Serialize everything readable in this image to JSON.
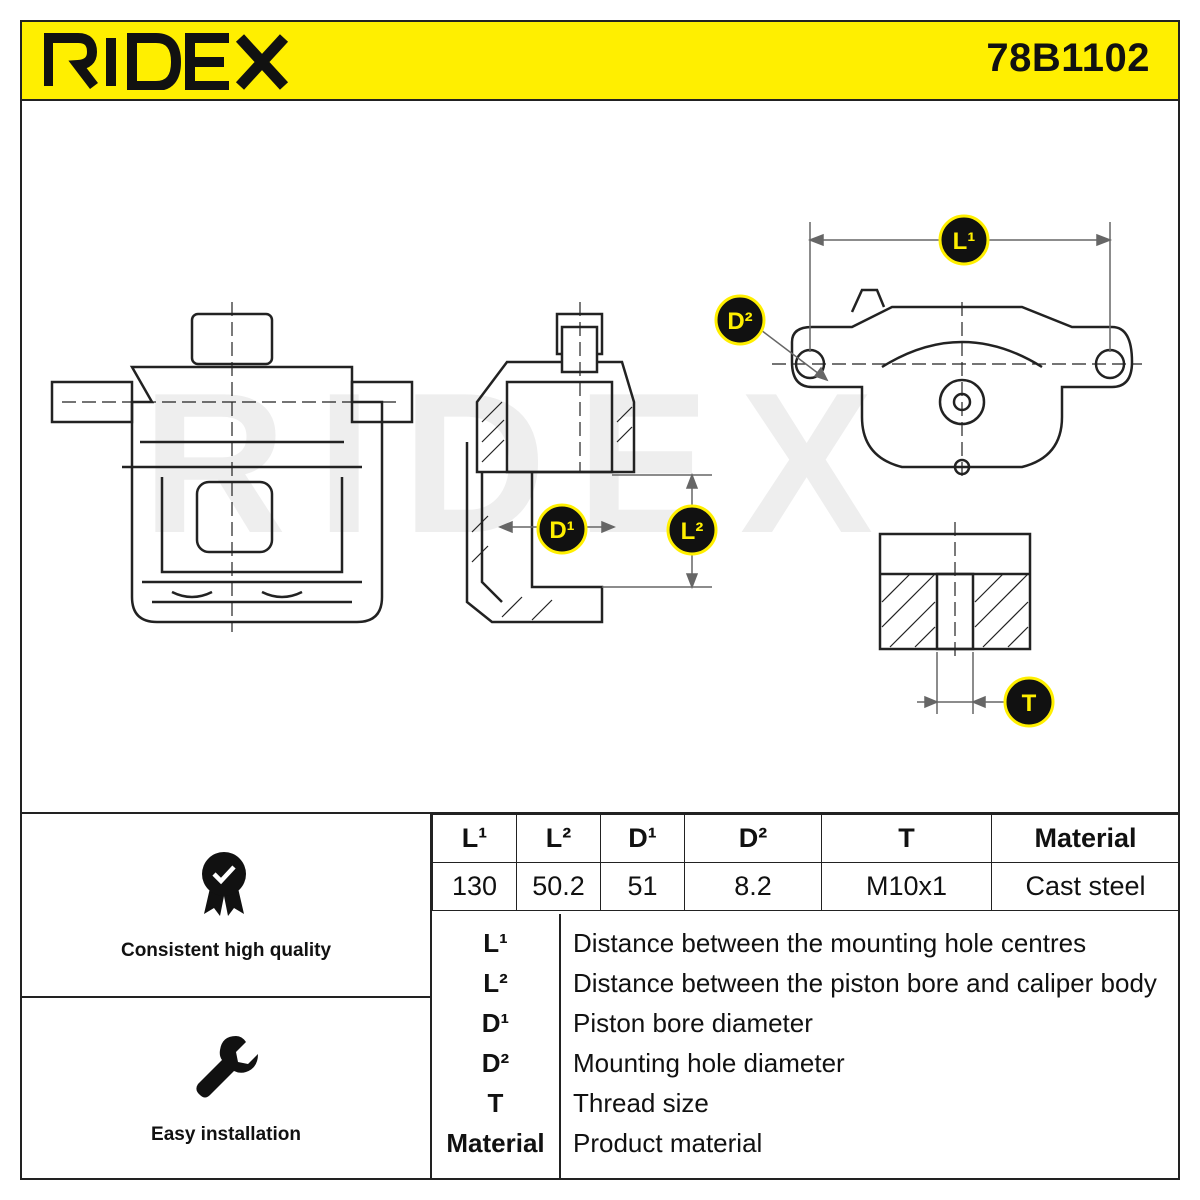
{
  "header": {
    "brand": "RIDEX",
    "part_number": "78B1102"
  },
  "watermark": "RIDEX",
  "diagram": {
    "callouts": {
      "L1": "L¹",
      "L2": "L²",
      "D1": "D¹",
      "D2": "D²",
      "T": "T"
    }
  },
  "features": [
    {
      "icon": "quality-badge-icon",
      "label": "Consistent high quality"
    },
    {
      "icon": "wrench-icon",
      "label": "Easy installation"
    }
  ],
  "spec_table": {
    "headers": [
      "L¹",
      "L²",
      "D¹",
      "D²",
      "T",
      "Material"
    ],
    "values": [
      "130",
      "50.2",
      "51",
      "8.2",
      "M10x1",
      "Cast steel"
    ]
  },
  "legend": [
    {
      "key": "L¹",
      "desc": "Distance between the mounting hole centres"
    },
    {
      "key": "L²",
      "desc": "Distance between the piston bore and caliper body"
    },
    {
      "key": "D¹",
      "desc": "Piston bore diameter"
    },
    {
      "key": "D²",
      "desc": "Mounting hole diameter"
    },
    {
      "key": "T",
      "desc": "Thread size"
    },
    {
      "key": "Material",
      "desc": "Product material"
    }
  ]
}
